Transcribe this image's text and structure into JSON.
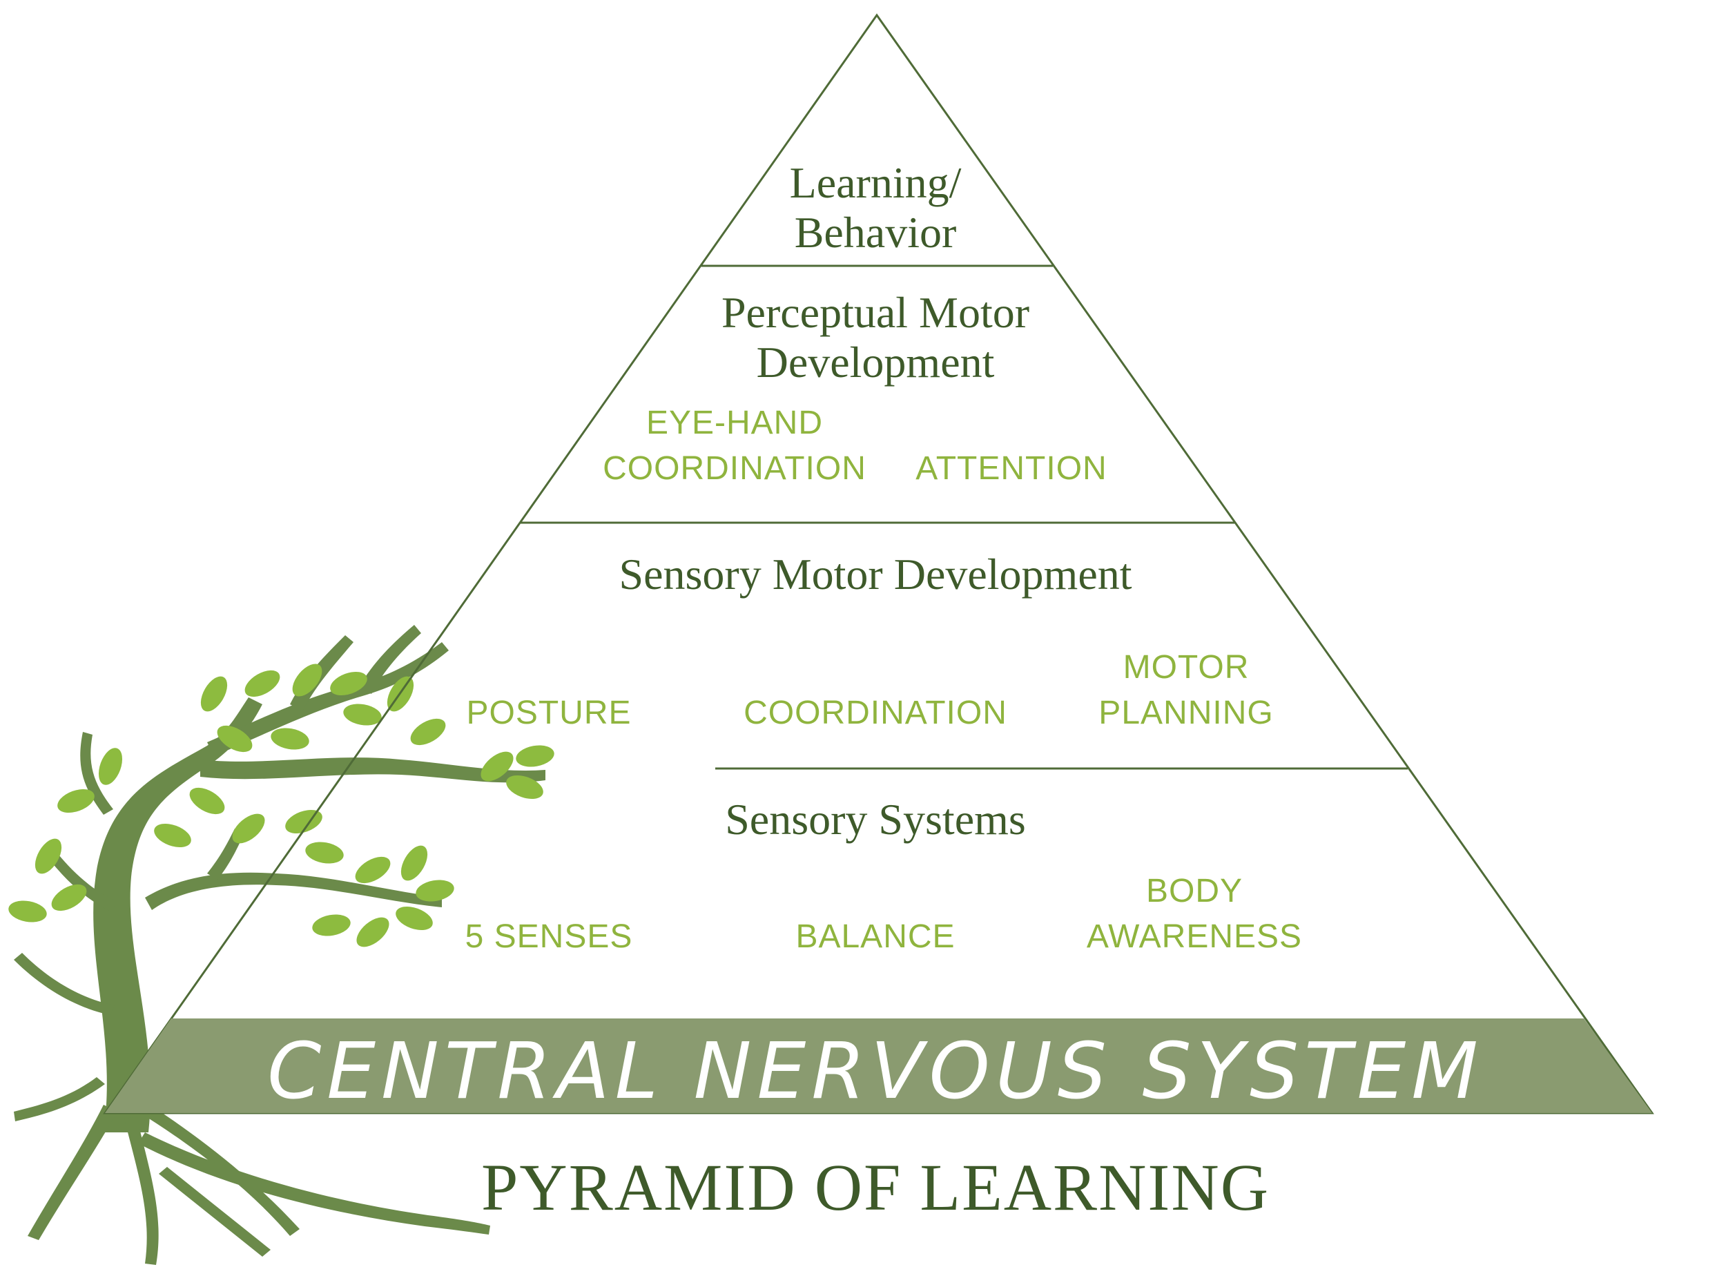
{
  "colors": {
    "outline": "#4f6b37",
    "base_band": "#8a9b70",
    "title_text": "#3e5a2a",
    "item_text": "#8fb43e",
    "tree_trunk": "#6b8a4a",
    "leaf": "#8dbb3f"
  },
  "icons": {
    "tree": "tree-with-roots-icon"
  },
  "pyramid": {
    "tiers": [
      {
        "title_lines": [
          "Learning/",
          "Behavior"
        ],
        "items": []
      },
      {
        "title_lines": [
          "Perceptual Motor",
          "Development"
        ],
        "items": [
          {
            "lines": [
              "EYE-HAND",
              "COORDINATION"
            ]
          },
          {
            "lines": [
              "ATTENTION"
            ]
          }
        ]
      },
      {
        "title_lines": [
          "Sensory Motor Development"
        ],
        "items": [
          {
            "lines": [
              "POSTURE"
            ]
          },
          {
            "lines": [
              "COORDINATION"
            ]
          },
          {
            "lines": [
              "MOTOR",
              "PLANNING"
            ]
          }
        ]
      },
      {
        "title_lines": [
          "Sensory Systems"
        ],
        "items": [
          {
            "lines": [
              "5 SENSES"
            ]
          },
          {
            "lines": [
              "BALANCE"
            ]
          },
          {
            "lines": [
              "BODY",
              "AWARENESS"
            ]
          }
        ]
      }
    ],
    "base_label": "CENTRAL NERVOUS SYSTEM"
  },
  "caption": "PYRAMID OF LEARNING"
}
